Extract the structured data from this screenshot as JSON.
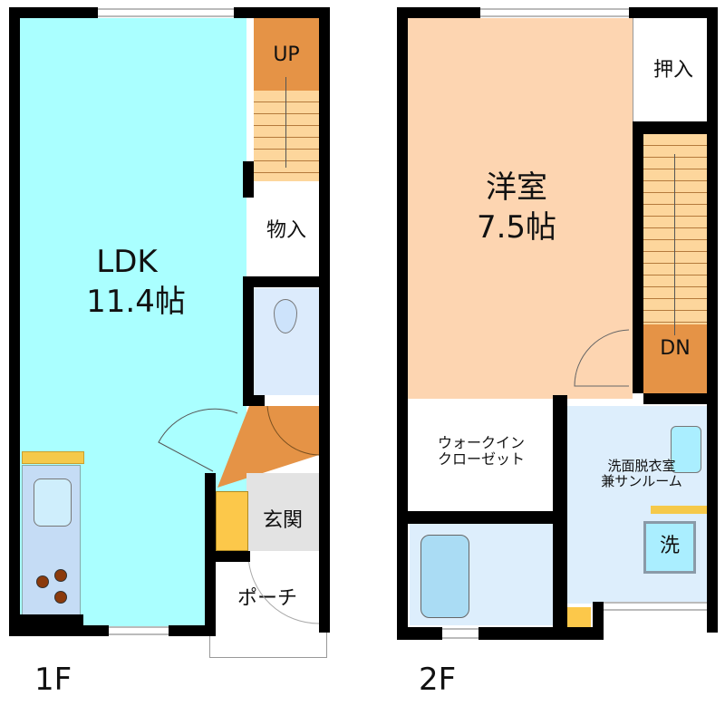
{
  "floor_plan": {
    "floors": [
      {
        "id": "1F",
        "label": "1F",
        "rooms": {
          "ldk": {
            "name": "LDK",
            "size": "11.4帖",
            "color": "#aaffff"
          },
          "stairs": {
            "label": "UP",
            "color": "#e59346"
          },
          "storage": {
            "label": "物入"
          },
          "toilet": {
            "color": "#dcebfc"
          },
          "entrance": {
            "label": "玄関",
            "color": "#e3e3e3"
          },
          "porch": {
            "label": "ポーチ"
          },
          "kitchen": {
            "color": "#c5dcf5",
            "counter_color": "#f5c94a",
            "burner_color": "#8b3a0c"
          },
          "shoe_box": {
            "color": "#fcc84a"
          }
        }
      },
      {
        "id": "2F",
        "label": "2F",
        "rooms": {
          "western_room": {
            "name": "洋室",
            "size": "7.5帖",
            "color": "#fdd5b1"
          },
          "closet": {
            "label": "押入"
          },
          "stairs": {
            "label": "DN",
            "color": "#e59346"
          },
          "walk_in_closet": {
            "label": "ウォークイン\nクローゼット"
          },
          "washroom": {
            "label": "洗面脱衣室\n兼サンルーム",
            "color": "#ddeefc"
          },
          "washer": {
            "label": "洗",
            "color": "#aaeeff"
          },
          "bath": {
            "color": "#ddeefc",
            "tub_color": "#aadcf4"
          }
        }
      }
    ],
    "colors": {
      "wall": "#000000",
      "stairs_light": "#fdd69c",
      "stairs_dark": "#e59346"
    }
  }
}
